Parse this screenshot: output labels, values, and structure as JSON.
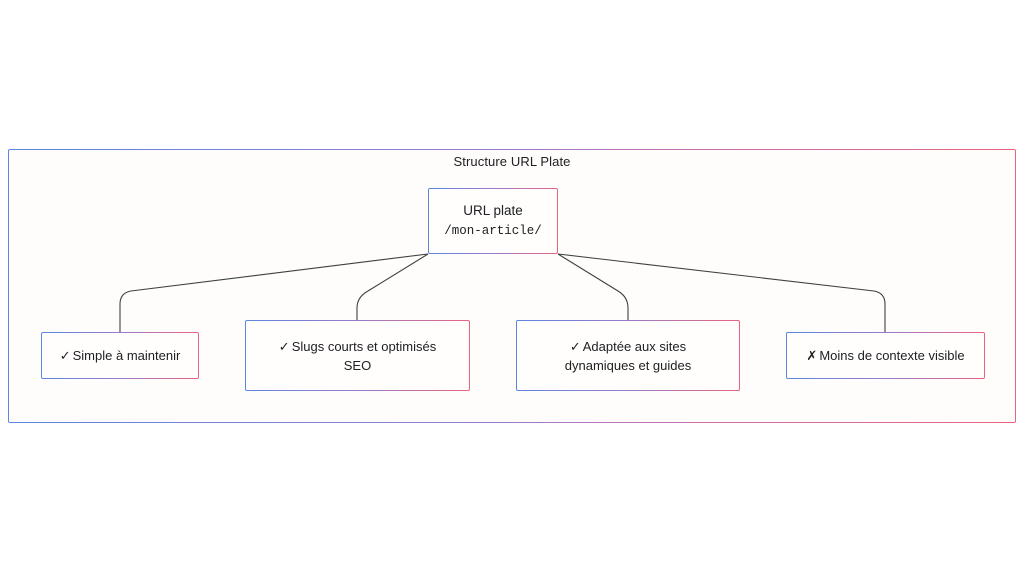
{
  "frame": {
    "title": "Structure URL Plate",
    "border_start_color": "#5b87e0",
    "border_end_color": "#e8647f",
    "background_color": "#fffdfb"
  },
  "diagram": {
    "type": "tree",
    "root": {
      "title": "URL plate",
      "path": "/mon-article/"
    },
    "leaves": [
      {
        "mark": "✓",
        "lines": [
          "Simple à maintenir"
        ]
      },
      {
        "mark": "✓",
        "lines": [
          "Slugs courts et optimisés",
          "SEO"
        ]
      },
      {
        "mark": "✓",
        "lines": [
          "Adaptée aux sites",
          "dynamiques et guides"
        ]
      },
      {
        "mark": "✗",
        "lines": [
          "Moins de contexte visible"
        ]
      }
    ],
    "connector_color": "#3c4043"
  }
}
